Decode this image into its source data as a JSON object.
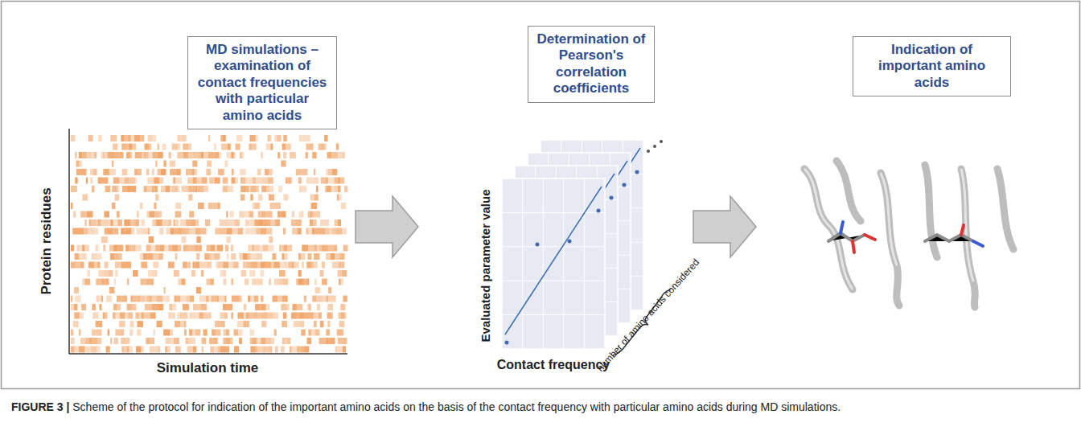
{
  "diagram": {
    "caption": "FIGURE 3 | Scheme of the protocol for indication of the important amino acids on the basis of the contact frequency with particular amino acids during MD simulations.",
    "nodes": [
      {
        "text": [
          "MD simulations – examination of contact frequencies with particular amino acids"
        ]
      },
      {
        "text": [
          "Determination of Pearson's correlation coefficients"
        ]
      },
      {
        "text": [
          "Indication of important amino acids"
        ]
      }
    ],
    "labels": [
      "Protein residues",
      "Simulation time",
      "Evaluated parameter value",
      "Contact frequency",
      "number of amino acids considered"
    ]
  }
}
